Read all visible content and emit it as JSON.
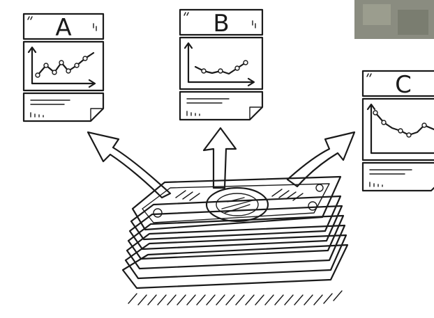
{
  "documents": [
    {
      "letter": "A",
      "header_color": "#d9dcdc"
    },
    {
      "letter": "B",
      "header_color": "#f4ecb4"
    },
    {
      "letter": "C",
      "header_color": "#f4cfd4"
    }
  ],
  "colors": {
    "chart_panel": "#d6ecf4",
    "money_light": "#e9efc4",
    "money_mid": "#c9d98f",
    "money_dark": "#9fb866",
    "photo_corner": "#8a8c80"
  }
}
